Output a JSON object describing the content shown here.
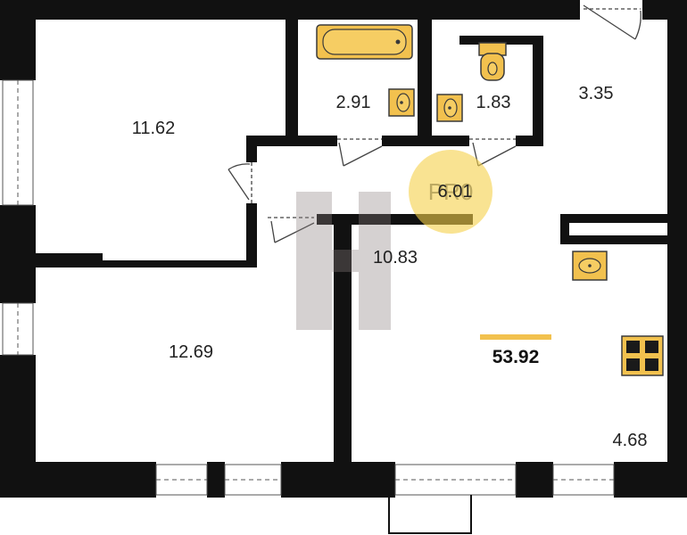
{
  "rooms": [
    {
      "id": "bedroom-top",
      "area": "11.62"
    },
    {
      "id": "bathroom",
      "area": "2.91"
    },
    {
      "id": "toilet",
      "area": "1.83"
    },
    {
      "id": "entry-closet",
      "area": "3.35"
    },
    {
      "id": "hall",
      "area": "6.01"
    },
    {
      "id": "corridor",
      "area": "10.83"
    },
    {
      "id": "bedroom-left",
      "area": "12.69"
    },
    {
      "id": "kitchen",
      "area": "4.68"
    }
  ],
  "total_area": "53.92",
  "watermark": {
    "text": "PR0"
  },
  "colors": {
    "wall": "#111111",
    "fixture": "#f2c14e",
    "fixture_stroke": "#3a3a3a",
    "accent": "#f2c14e",
    "watermark": "#f5d04a"
  },
  "icons": [
    "bathtub-icon",
    "sink-icon",
    "toilet-icon",
    "stove-icon",
    "door-icon",
    "window-icon"
  ]
}
